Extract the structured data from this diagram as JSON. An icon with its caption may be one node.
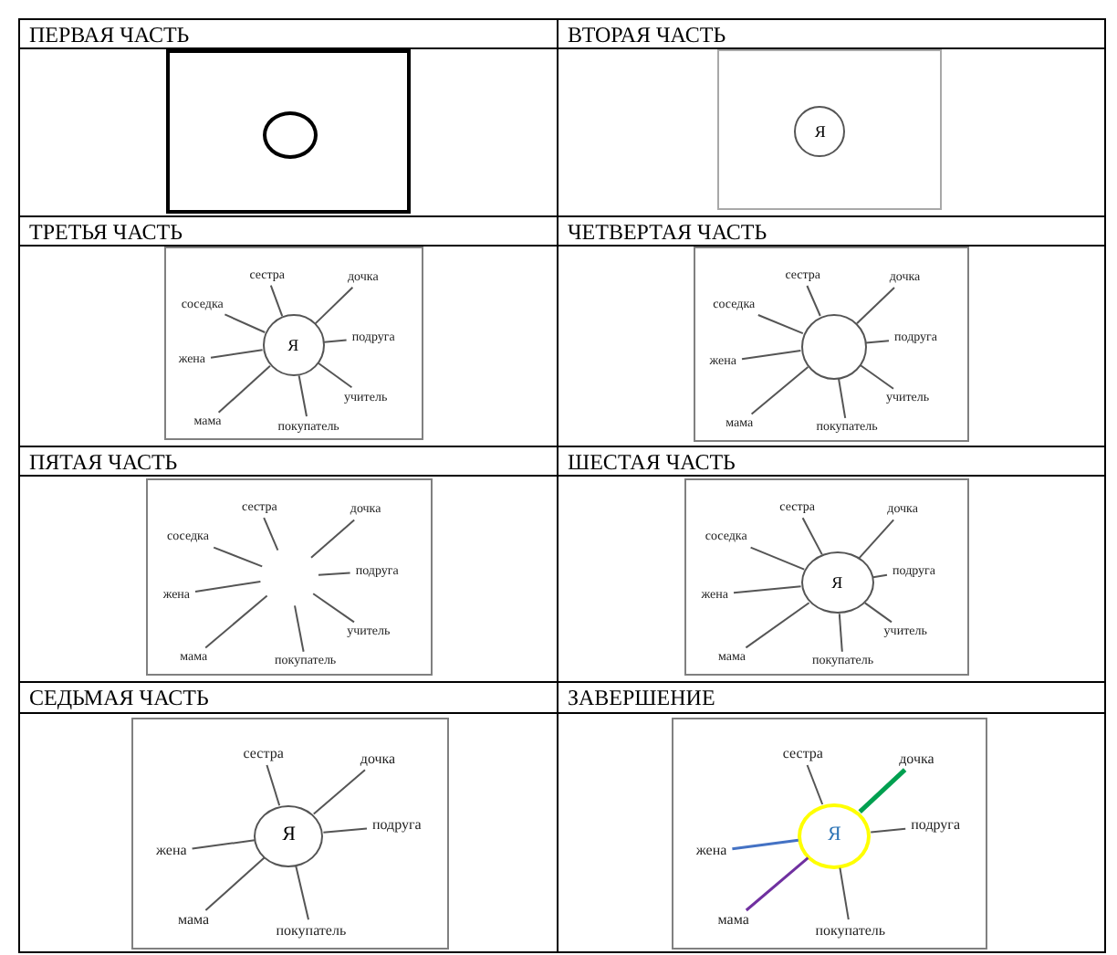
{
  "diagram": {
    "nodes": [
      {
        "text": [],
        "shape": "box"
      },
      {
        "text": [],
        "shape": "circle",
        "in": 0
      },
      {
        "text": [],
        "shape": "box"
      },
      {
        "text": [
          "Я"
        ],
        "in": 2
      },
      {
        "text": [],
        "shape": "box"
      },
      {
        "text": [
          "Я"
        ],
        "in": 4
      },
      {
        "text": [
          "сестра"
        ],
        "in": 4
      },
      {
        "text": [
          "дочка"
        ],
        "in": 4
      },
      {
        "text": [
          "соседка"
        ],
        "in": 4
      },
      {
        "text": [
          "подруга"
        ],
        "in": 4
      },
      {
        "text": [
          "жена"
        ],
        "in": 4
      },
      {
        "text": [
          "учитель"
        ],
        "in": 4
      },
      {
        "text": [
          "мама"
        ],
        "in": 4
      },
      {
        "text": [
          "покупатель"
        ],
        "in": 4
      },
      {
        "text": [],
        "shape": "box"
      },
      {
        "text": [],
        "shape": "circle",
        "in": 14
      },
      {
        "text": [
          "сестра"
        ],
        "in": 14
      },
      {
        "text": [
          "дочка"
        ],
        "in": 14
      },
      {
        "text": [
          "соседка"
        ],
        "in": 14
      },
      {
        "text": [
          "подруга"
        ],
        "in": 14
      },
      {
        "text": [
          "жена"
        ],
        "in": 14
      },
      {
        "text": [
          "учитель"
        ],
        "in": 14
      },
      {
        "text": [
          "мама"
        ],
        "in": 14
      },
      {
        "text": [
          "покупатель"
        ],
        "in": 14
      },
      {
        "text": [],
        "shape": "box"
      },
      {
        "text": [
          "сестра"
        ],
        "in": 24
      },
      {
        "text": [
          "дочка"
        ],
        "in": 24
      },
      {
        "text": [
          "соседка"
        ],
        "in": 24
      },
      {
        "text": [
          "подруга"
        ],
        "in": 24
      },
      {
        "text": [
          "жена"
        ],
        "in": 24
      },
      {
        "text": [
          "учитель"
        ],
        "in": 24
      },
      {
        "text": [
          "мама"
        ],
        "in": 24
      },
      {
        "text": [
          "покупатель"
        ],
        "in": 24
      },
      {
        "text": [],
        "shape": "box"
      },
      {
        "text": [
          "Я"
        ],
        "in": 33
      },
      {
        "text": [
          "сестра"
        ],
        "in": 33
      },
      {
        "text": [
          "дочка"
        ],
        "in": 33
      },
      {
        "text": [
          "соседка"
        ],
        "in": 33
      },
      {
        "text": [
          "подруга"
        ],
        "in": 33
      },
      {
        "text": [
          "жена"
        ],
        "in": 33
      },
      {
        "text": [
          "учитель"
        ],
        "in": 33
      },
      {
        "text": [
          "мама"
        ],
        "in": 33
      },
      {
        "text": [
          "покупатель"
        ],
        "in": 33
      },
      {
        "text": [],
        "shape": "box"
      },
      {
        "text": [
          "Я"
        ],
        "in": 43
      },
      {
        "text": [
          "сестра"
        ],
        "in": 43
      },
      {
        "text": [
          "дочка"
        ],
        "in": 43
      },
      {
        "text": [
          "подруга"
        ],
        "in": 43
      },
      {
        "text": [
          "жена"
        ],
        "in": 43
      },
      {
        "text": [
          "мама"
        ],
        "in": 43
      },
      {
        "text": [
          "покупатель"
        ],
        "in": 43
      },
      {
        "text": [],
        "shape": "box"
      },
      {
        "text": [
          "Я"
        ],
        "in": 51
      },
      {
        "text": [
          "сестра"
        ],
        "in": 51
      },
      {
        "text": [
          "дочка"
        ],
        "in": 51
      },
      {
        "text": [
          "подруга"
        ],
        "in": 51
      },
      {
        "text": [
          "жена"
        ],
        "in": 51
      },
      {
        "text": [
          "мама"
        ],
        "in": 51
      },
      {
        "text": [
          "покупатель"
        ],
        "in": 51
      }
    ],
    "edges": [
      {
        "from": 5,
        "to": 6,
        "arrow": "none"
      },
      {
        "from": 5,
        "to": 7,
        "arrow": "none"
      },
      {
        "from": 5,
        "to": 8,
        "arrow": "none"
      },
      {
        "from": 5,
        "to": 9,
        "arrow": "none"
      },
      {
        "from": 5,
        "to": 10,
        "arrow": "none"
      },
      {
        "from": 5,
        "to": 11,
        "arrow": "none"
      },
      {
        "from": 5,
        "to": 12,
        "arrow": "none"
      },
      {
        "from": 5,
        "to": 13,
        "arrow": "none"
      },
      {
        "from": 15,
        "to": 16,
        "arrow": "none"
      },
      {
        "from": 15,
        "to": 17,
        "arrow": "none"
      },
      {
        "from": 15,
        "to": 18,
        "arrow": "none"
      },
      {
        "from": 15,
        "to": 19,
        "arrow": "none"
      },
      {
        "from": 15,
        "to": 20,
        "arrow": "none"
      },
      {
        "from": 15,
        "to": 21,
        "arrow": "none"
      },
      {
        "from": 15,
        "to": 22,
        "arrow": "none"
      },
      {
        "from": 15,
        "to": 23,
        "arrow": "none"
      },
      {
        "from": null,
        "to": 25,
        "arrow": "none"
      },
      {
        "from": null,
        "to": 26,
        "arrow": "none"
      },
      {
        "from": null,
        "to": 27,
        "arrow": "none"
      },
      {
        "from": null,
        "to": 28,
        "arrow": "none"
      },
      {
        "from": null,
        "to": 29,
        "arrow": "none"
      },
      {
        "from": null,
        "to": 30,
        "arrow": "none"
      },
      {
        "from": null,
        "to": 31,
        "arrow": "none"
      },
      {
        "from": null,
        "to": 32,
        "arrow": "none"
      },
      {
        "from": 34,
        "to": 35,
        "arrow": "none"
      },
      {
        "from": 34,
        "to": 36,
        "arrow": "none"
      },
      {
        "from": 34,
        "to": 37,
        "arrow": "none"
      },
      {
        "from": 34,
        "to": 38,
        "arrow": "none"
      },
      {
        "from": 34,
        "to": 39,
        "arrow": "none"
      },
      {
        "from": 34,
        "to": 40,
        "arrow": "none"
      },
      {
        "from": 34,
        "to": 41,
        "arrow": "none"
      },
      {
        "from": 34,
        "to": 42,
        "arrow": "none"
      },
      {
        "from": 44,
        "to": 45,
        "arrow": "none"
      },
      {
        "from": 44,
        "to": 46,
        "arrow": "none"
      },
      {
        "from": 44,
        "to": 47,
        "arrow": "none"
      },
      {
        "from": 44,
        "to": 48,
        "arrow": "none"
      },
      {
        "from": 44,
        "to": 49,
        "arrow": "none"
      },
      {
        "from": 44,
        "to": 50,
        "arrow": "none"
      },
      {
        "from": 52,
        "to": 53,
        "arrow": "none"
      },
      {
        "from": 52,
        "to": 54,
        "arrow": "none",
        "style": "thick",
        "color": "#00a050"
      },
      {
        "from": 52,
        "to": 55,
        "arrow": "none"
      },
      {
        "from": 52,
        "to": 56,
        "arrow": "none",
        "color": "#4472c4"
      },
      {
        "from": 52,
        "to": 57,
        "arrow": "none",
        "color": "#7030a0"
      },
      {
        "from": 52,
        "to": 58,
        "arrow": "none"
      }
    ],
    "labels": [
      "ПЕРВАЯ ЧАСТЬ",
      "ВТОРАЯ ЧАСТЬ",
      "ТРЕТЬЯ ЧАСТЬ",
      "ЧЕТВЕРТАЯ ЧАСТЬ",
      "ПЯТАЯ ЧАСТЬ",
      "ШЕСТАЯ ЧАСТЬ",
      "СЕДЬМАЯ ЧАСТЬ",
      "ЗАВЕРШЕНИЕ"
    ]
  }
}
